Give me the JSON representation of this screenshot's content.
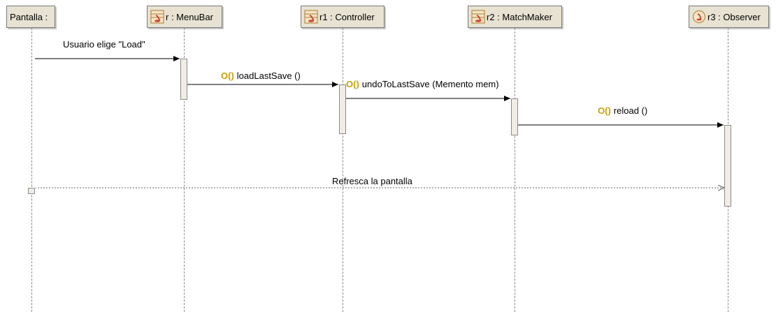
{
  "lifelines": {
    "pantalla": {
      "label": "Pantalla :"
    },
    "menubar": {
      "label": "r : MenuBar",
      "icon": "class-icon"
    },
    "controller": {
      "label": "r1 : Controller",
      "icon": "class-icon"
    },
    "matchmaker": {
      "label": "r2 : MatchMaker",
      "icon": "class-icon"
    },
    "observer": {
      "label": "r3 : Observer",
      "icon": "interface-icon"
    }
  },
  "messages": {
    "m1": {
      "text": "Usuario elige \"Load\""
    },
    "m2": {
      "glyph": "O()",
      "text": "loadLastSave ()"
    },
    "m3": {
      "glyph": "O()",
      "text": "undoToLastSave (Memento mem)"
    },
    "m4": {
      "glyph": "O()",
      "text": "reload ()"
    },
    "m5": {
      "text": "Refresca la pantalla"
    }
  },
  "colors": {
    "box_fill": "#e8e2d2",
    "operation_glyph": "#c8a000",
    "line": "#8a8a8a"
  }
}
